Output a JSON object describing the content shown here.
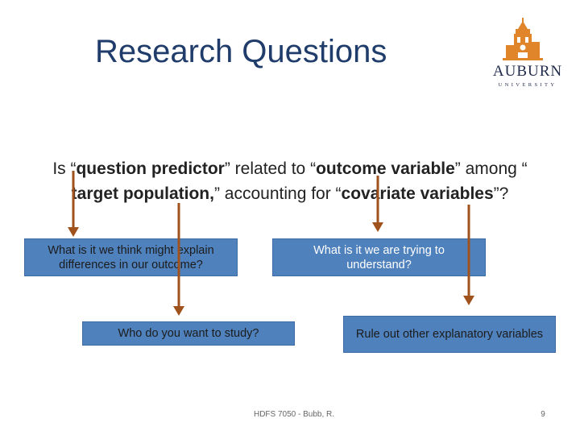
{
  "slide": {
    "title": "Research Questions",
    "logo": {
      "word": "AUBURN",
      "sub": "UNIVERSITY"
    },
    "question": {
      "p1": "Is “",
      "b1": "question predictor",
      "p2": "” related to “",
      "b2": "outcome variable",
      "p3": "” among “",
      "b3": "target population,",
      "p4": "” accounting for “",
      "b4": "covariate variables",
      "p5": "”?"
    },
    "boxes": {
      "predictor": "What is it we think might explain differences in our outcome?",
      "outcome": "What is it we are trying to understand?",
      "population": "Who do you want to study?",
      "covariates": "Rule out other explanatory variables"
    },
    "footer": "HDFS 7050 - Bubb, R.",
    "page_number": "9"
  },
  "colors": {
    "title": "#1f3c6b",
    "box_fill": "#4f81bd",
    "arrow": "#a0521d",
    "logo_orange": "#e0852a",
    "logo_navy": "#1f2a4a"
  }
}
